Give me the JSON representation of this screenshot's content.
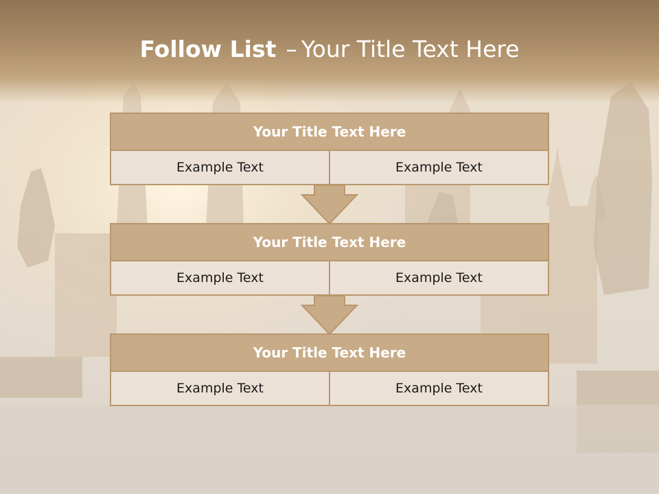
{
  "slide": {
    "title_bold": "Follow List",
    "title_dash": "–",
    "title_rest": "Your Title Text Here"
  },
  "blocks": [
    {
      "title": "Your Title Text Here",
      "left": "Example Text",
      "right": "Example Text"
    },
    {
      "title": "Your Title Text Here",
      "left": "Example Text",
      "right": "Example Text"
    },
    {
      "title": "Your Title Text Here",
      "left": "Example Text",
      "right": "Example Text"
    }
  ],
  "colors": {
    "header_fill": "#c8ab87",
    "cell_fill": "#ece1d6",
    "border": "#b9976d",
    "arrow_fill": "#c8ab87"
  },
  "background": {
    "description_icon": "city-bridge-silhouette"
  }
}
